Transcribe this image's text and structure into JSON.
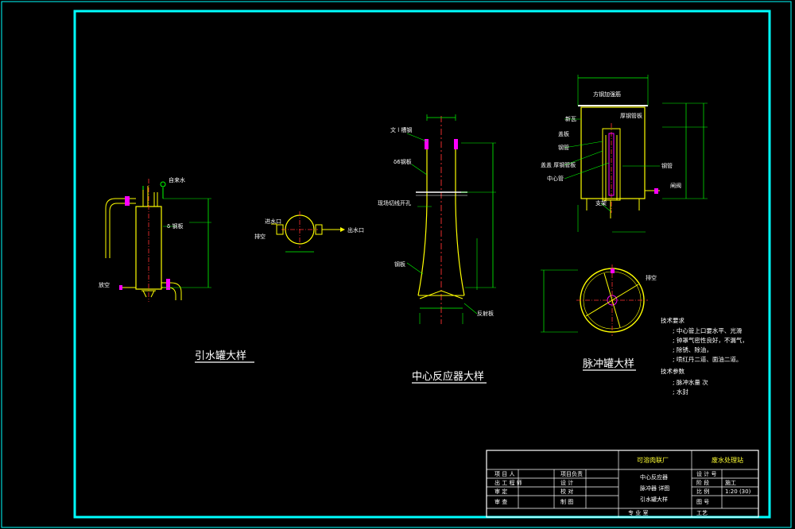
{
  "drawing": {
    "water_tank": {
      "title": "引水罐大样",
      "labels": {
        "tap_water": "自来水",
        "steel_plate": "δ 钢板",
        "drain": "放空"
      }
    },
    "manifold": {
      "labels": {
        "inlet": "进水口",
        "outlet": "出水口",
        "drain": "排空"
      }
    },
    "reactor": {
      "title": "中心反应器大样",
      "labels": {
        "l1": "文 l  槽钢",
        "l2": "δ6钢板",
        "tangent_hole": "现场切线开孔",
        "l4": "钢板",
        "baffle": "反射板"
      }
    },
    "pulse_tank": {
      "title": "脉冲罐大样",
      "labels": {
        "top": "方钢加强筋",
        "left1": "新瓦",
        "left2": "盖板",
        "left3": "钢管",
        "left4": "盖盖  厚钢管板",
        "left5": "中心管",
        "right1": "厚钢管板",
        "right2": "钢管",
        "right3": "闸阀",
        "bottom": "支架",
        "drain": "排空"
      }
    },
    "tech_requirements": {
      "heading": "技术要求",
      "lines": [
        "; 中心管上口要水平、光滑",
        "; 钟罩气密性良好，不漏气，",
        "; 除锈、除油，",
        "; 喷红丹二道、面油二道。"
      ],
      "params_heading": "技术参数",
      "params": [
        "; 脉冲水量        次",
        "; 水封"
      ]
    }
  },
  "title_block": {
    "company": "可溶肉联厂",
    "project": "废水处理站",
    "drawing_name_1": "中心反应器",
    "drawing_name_2": "脉冲器 详图",
    "drawing_name_3": "引水罐大样",
    "rows_left": [
      "项 目 人",
      "出 工 程 师",
      "审   定",
      "审   查"
    ],
    "rows_mid": [
      "项目负责",
      "设   计",
      "校   对",
      "制   图"
    ],
    "rows_right_labels": [
      "设 计 号",
      "阶   段",
      "比   例",
      "图   号"
    ],
    "stage": "施工",
    "scale": "1:20  (30)",
    "discipline": "工艺",
    "bottom_row": "专    业    室"
  },
  "colors": {
    "frame": "#00ffff",
    "line": "#ffff00",
    "dim": "#00ff00",
    "center": "#ff3030",
    "pipe": "#ff00ff"
  }
}
